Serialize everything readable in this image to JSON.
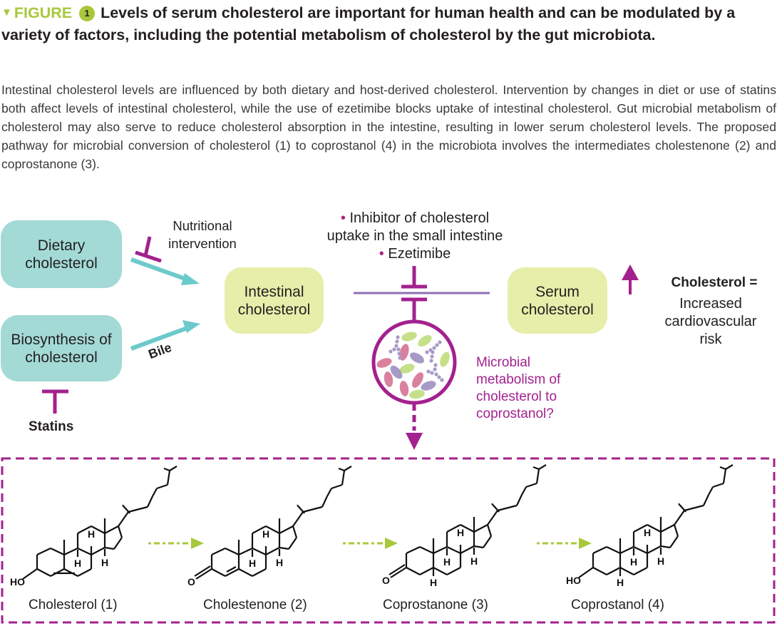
{
  "figure": {
    "label": "FIGURE",
    "number": "1",
    "title": "Levels of serum cholesterol are important for human health and can be modulated by a variety of factors, including the potential metabolism of cholesterol by the gut microbiota.",
    "caption": "Intestinal cholesterol levels are influenced by both dietary and host-derived cholesterol. Intervention by changes in diet or use of statins both affect levels of intestinal cholesterol, while the use of ezetimibe blocks uptake of intestinal cholesterol. Gut microbial metabolism of cholesterol may also serve to reduce cholesterol absorption in the intestine, resulting in lower serum cholesterol levels. The proposed pathway for microbial conversion of cholesterol (1) to coprostanol (4) in the microbiota involves the intermediates cholestenone (2) and coprostanone (3)."
  },
  "diagram": {
    "nodes": {
      "dietary": "Dietary cholesterol",
      "biosynthesis": "Biosynthesis of cholesterol",
      "intestinal": "Intestinal cholesterol",
      "serum": "Serum cholesterol"
    },
    "labels": {
      "nutritional": "Nutritional intervention",
      "bile": "Bile",
      "statins": "Statins",
      "inhibitor_line1": "Inhibitor of cholesterol",
      "inhibitor_line2": "uptake in the small intestine",
      "ezetimibe": "Ezetimibe",
      "bullet": "•",
      "microbial": "Microbial metabolism of cholesterol to coprostanol?",
      "cholesterol_eq": "Cholesterol =",
      "risk": "Increased cardiovascular risk"
    },
    "colors": {
      "teal": "#a3dad6",
      "teal_arrow": "#6ccacb",
      "lime": "#e6eeaa",
      "green_accent": "#a8c83b",
      "magenta": "#a3218e",
      "purple_line": "#8e6fb5"
    }
  },
  "pathway": {
    "compounds": [
      {
        "name": "Cholesterol (1)",
        "c3_group": "HO",
        "feature": "5,6-double bond"
      },
      {
        "name": "Cholestenone (2)",
        "c3_group": "O",
        "feature": "4,5-double bond"
      },
      {
        "name": "Coprostanone (3)",
        "c3_group": "O",
        "feature": "5β-H"
      },
      {
        "name": "Coprostanol (4)",
        "c3_group": "HO",
        "feature": "5β-H"
      }
    ],
    "atom_labels": {
      "h": "H",
      "ho": "HO",
      "o": "O"
    }
  }
}
